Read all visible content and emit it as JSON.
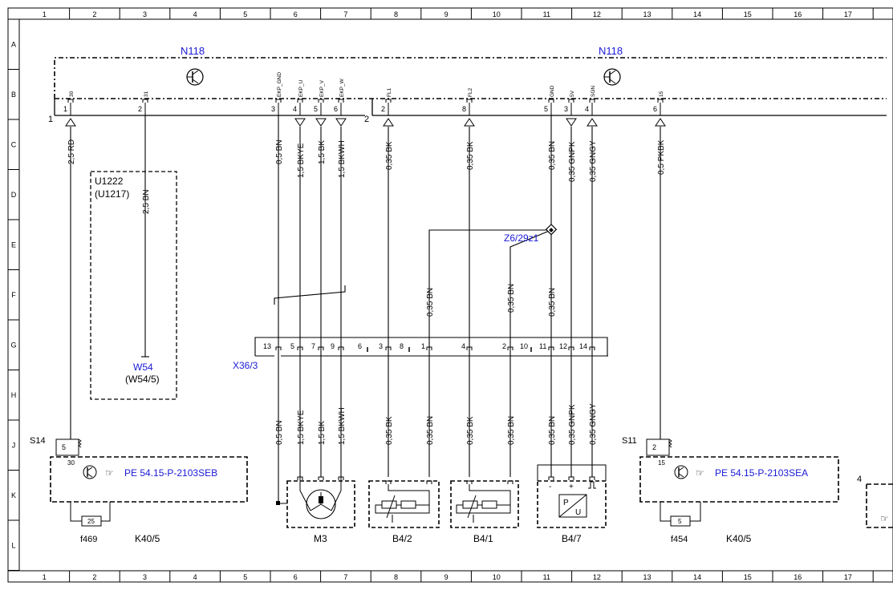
{
  "grid_columns": [
    "1",
    "2",
    "3",
    "4",
    "5",
    "6",
    "7",
    "8",
    "9",
    "10",
    "11",
    "12",
    "13",
    "14",
    "15",
    "16",
    "17"
  ],
  "grid_rows": [
    "A",
    "B",
    "C",
    "D",
    "E",
    "F",
    "G",
    "H",
    "J",
    "K",
    "L"
  ],
  "module_left": {
    "name": "N118",
    "connector": "1"
  },
  "module_right": {
    "name": "N118",
    "connector": "2"
  },
  "top_pins": [
    {
      "num": "1",
      "label": "30"
    },
    {
      "num": "2",
      "label": "31"
    },
    {
      "num": "3",
      "label": "EKP_GND"
    },
    {
      "num": "4",
      "label": "EKP_U"
    },
    {
      "num": "5",
      "label": "EKP_V"
    },
    {
      "num": "6",
      "label": "EKP_W"
    },
    {
      "num": "2",
      "label": "FL1"
    },
    {
      "num": "8",
      "label": "FL2"
    },
    {
      "num": "5",
      "label": "GND"
    },
    {
      "num": "3",
      "label": "5V"
    },
    {
      "num": "4",
      "label": "SGN"
    },
    {
      "num": "6",
      "label": "15"
    }
  ],
  "upper_wires": [
    "2,5 RD",
    "0,5 BN",
    "1,5 BKYE",
    "1,5 BK",
    "1,5 BKWH",
    "0,35 BK",
    "0,35 BK",
    "0,35 BN",
    "0,35 GNPK",
    "0,35 GNGY",
    "0,5 PKBK"
  ],
  "ground_box": {
    "name": "U1222",
    "alt": "(U1217)",
    "wire": "2,5 BN",
    "ground": "W54",
    "ground_alt": "(W54/5)"
  },
  "splice": {
    "name": "Z6/29z1"
  },
  "splice_wires": [
    "0,35 BN",
    "0,35 BN",
    "0,35 BN"
  ],
  "connector": {
    "name": "X36/3",
    "pins": [
      "13",
      "5",
      "7",
      "9",
      "6",
      "3",
      "8",
      "1",
      "4",
      "2",
      "10",
      "11",
      "12",
      "14"
    ]
  },
  "lower_wires": [
    "0,5 BN",
    "1,5 BKYE",
    "1,5 BK",
    "1,5 BKWH",
    "0,35 BK",
    "0,35 BN",
    "0,35 BK",
    "0,35 BN",
    "0,35 BN",
    "0,35 GNPK",
    "0,35 GNGY"
  ],
  "relay_left": {
    "switch": "S14",
    "pin_a": "5",
    "pin_b": "30",
    "ref": "PE 54.15-P-2103SEB",
    "fuse": "25",
    "fuse_name": "f469",
    "name": "K40/5"
  },
  "relay_right": {
    "switch": "S11",
    "pin_a": "2",
    "pin_b": "15",
    "ref": "PE 54.15-P-2103SEA",
    "fuse": "5",
    "fuse_name": "f454",
    "name": "K40/5"
  },
  "components": [
    {
      "name": "M3"
    },
    {
      "name": "B4/2"
    },
    {
      "name": "B4/1"
    },
    {
      "name": "B4/7",
      "pins": [
        "-",
        "+"
      ],
      "symbol_top": "P",
      "symbol_bottom": "U"
    }
  ],
  "edge_item": {
    "num": "4"
  },
  "colors": {
    "ink": "#000000",
    "blue": "#1a1ad6"
  }
}
